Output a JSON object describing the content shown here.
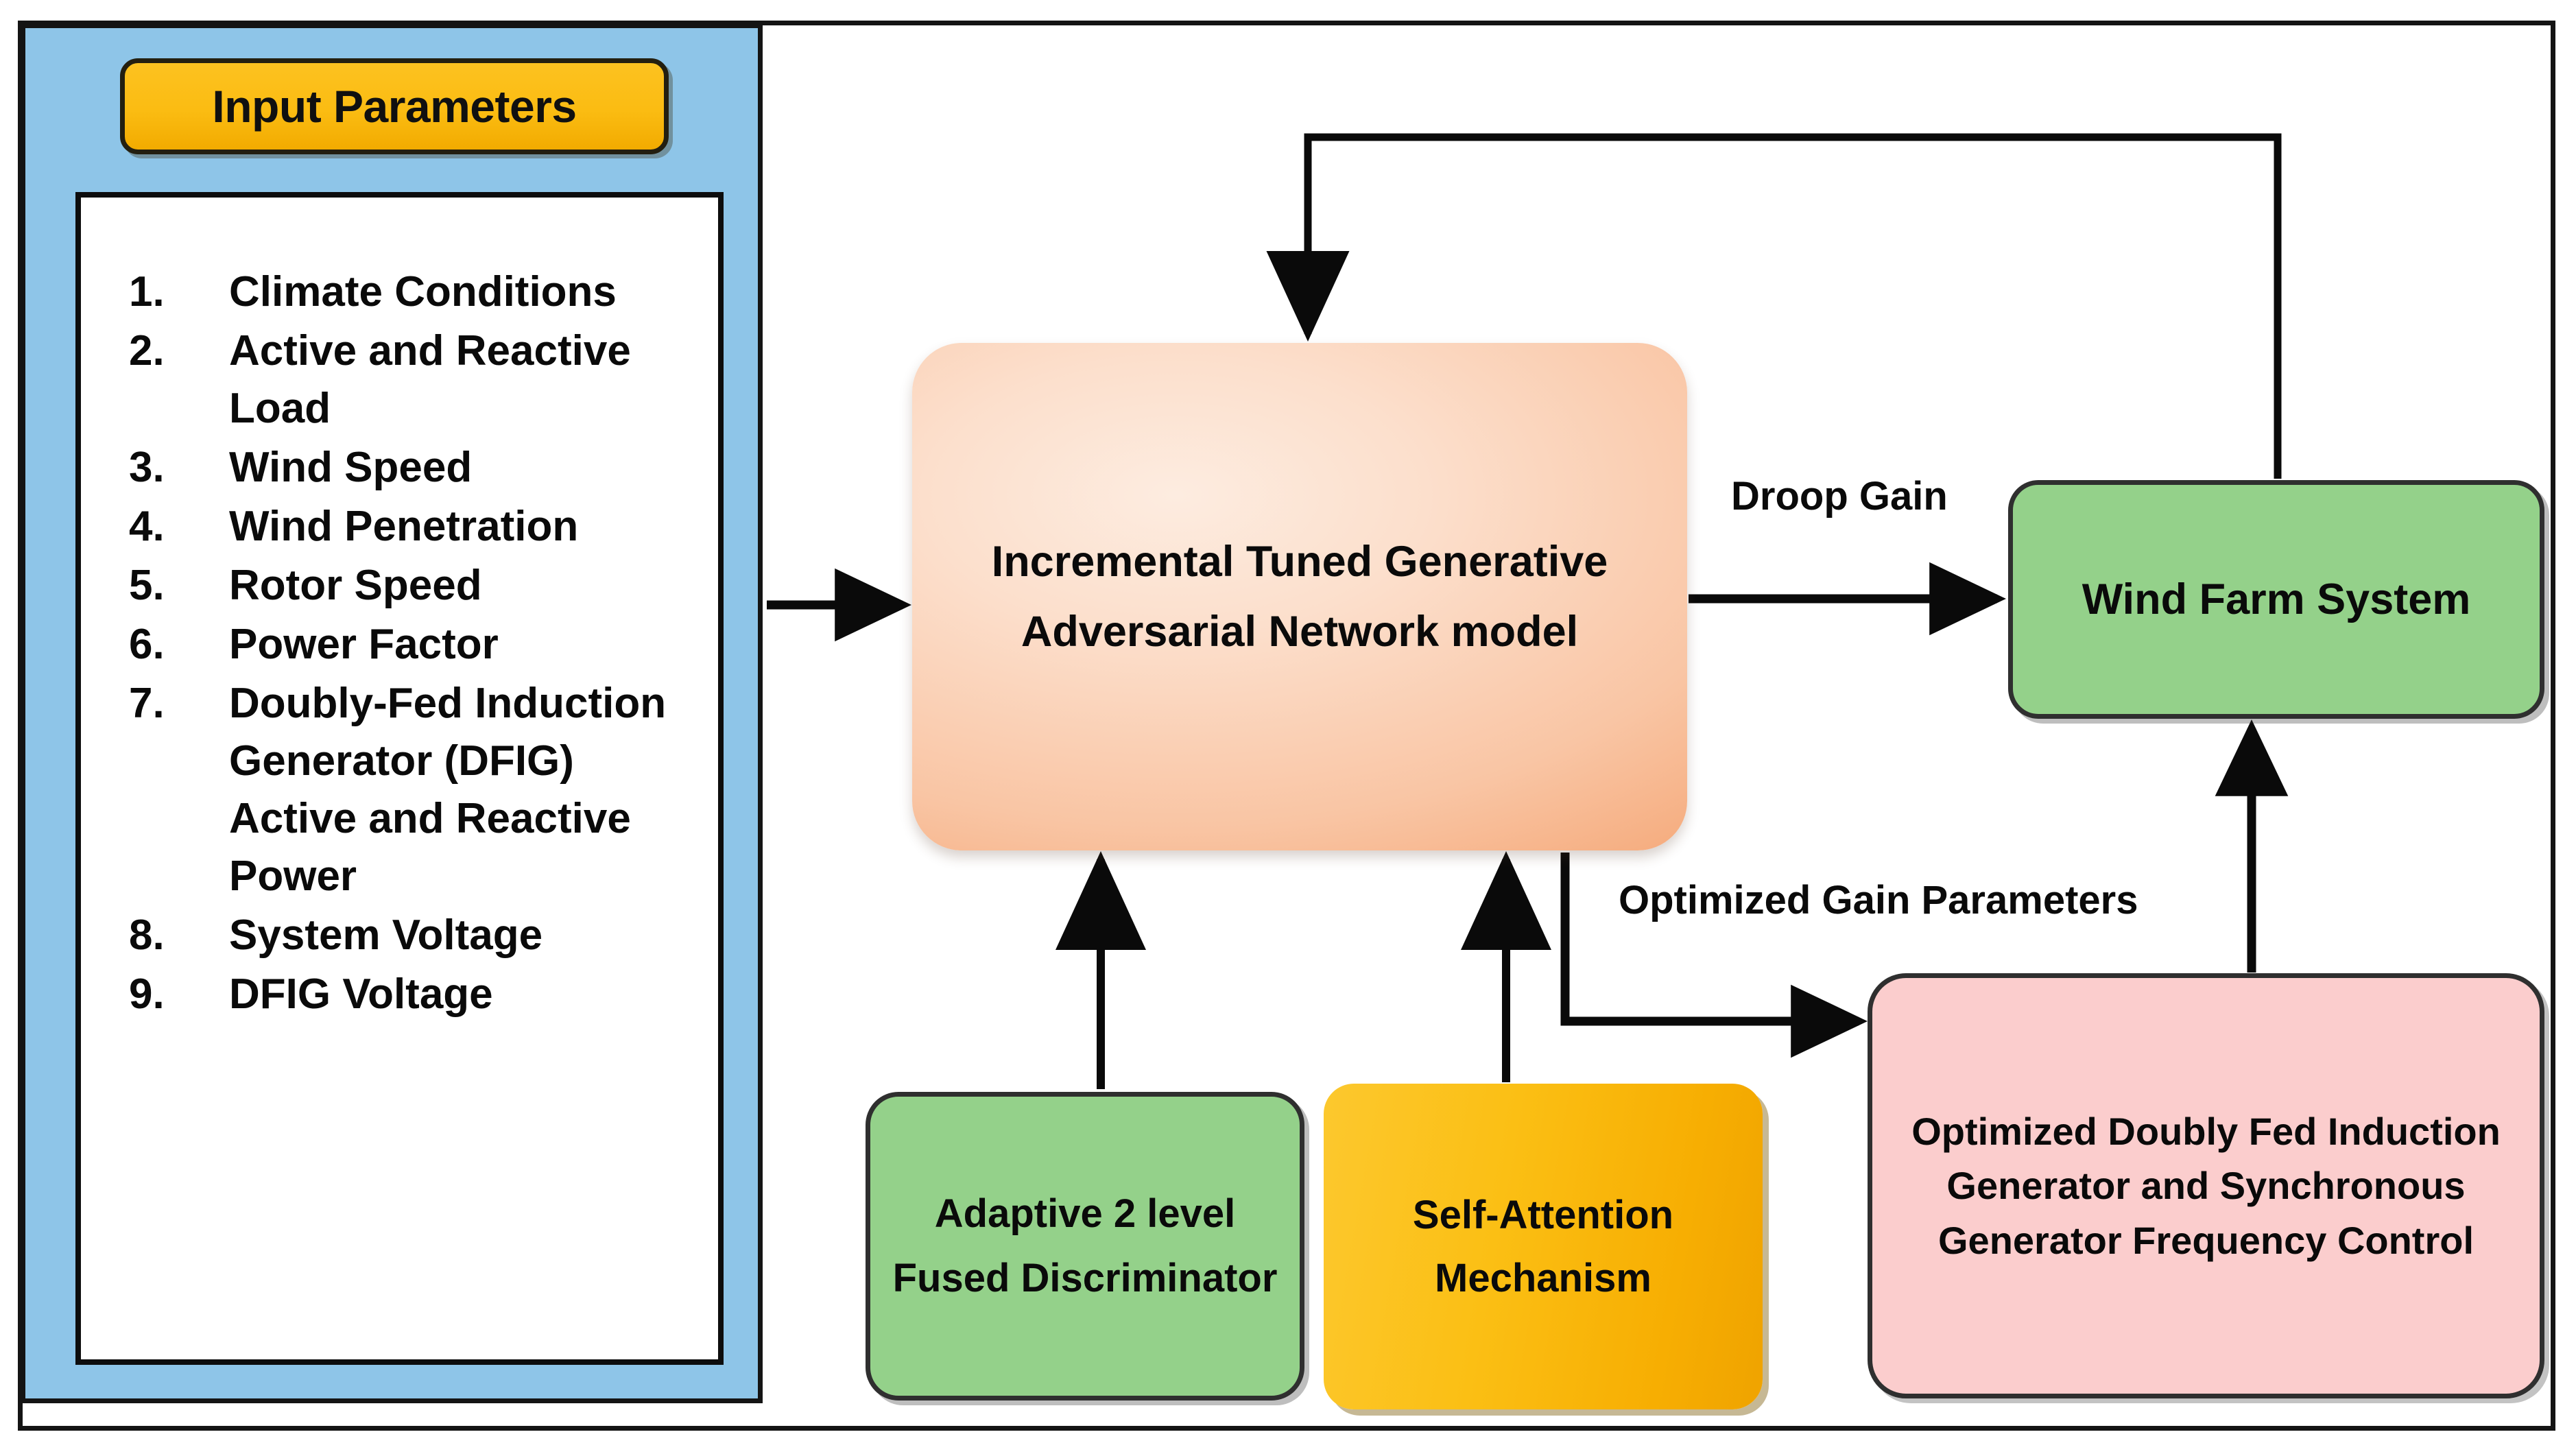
{
  "diagram": {
    "title": "Incremental Tuned GAN wind farm frequency control block diagram",
    "colors": {
      "panel_blue": "#8EC5E8",
      "header_yellow": "#FBBC12",
      "core_orange": "#F9C5A4",
      "node_green": "#94D18A",
      "node_pink": "#FBCDCD",
      "node_yellow": "#FBBF14",
      "outline_black": "#141414"
    }
  },
  "input_panel": {
    "header": "Input Parameters",
    "items": [
      "Climate Conditions",
      "Active and Reactive Load",
      "Wind Speed",
      "Wind Penetration",
      "Rotor Speed",
      "Power Factor",
      "Doubly-Fed Induction Generator (DFIG) Active and Reactive Power",
      "System Voltage",
      "DFIG Voltage"
    ]
  },
  "nodes": {
    "gan": "Incremental Tuned Generative Adversarial Network model",
    "wind_farm": "Wind Farm System",
    "optimized_control": "Optimized Doubly Fed Induction Generator and Synchronous Generator Frequency Control",
    "discriminator": "Adaptive 2 level Fused Discriminator",
    "attention": "Self-Attention Mechanism"
  },
  "edge_labels": {
    "droop_gain": "Droop Gain",
    "optimized_gain_parameters": "Optimized Gain Parameters"
  },
  "edges": [
    {
      "name": "input-to-gan",
      "from": "input_panel",
      "to": "gan",
      "label": ""
    },
    {
      "name": "gan-to-windfarm",
      "from": "gan",
      "to": "wind_farm",
      "label": "Droop Gain"
    },
    {
      "name": "gan-to-optimized",
      "from": "gan",
      "to": "optimized_control",
      "label": "Optimized Gain Parameters"
    },
    {
      "name": "optimized-to-windfarm",
      "from": "optimized_control",
      "to": "wind_farm",
      "label": ""
    },
    {
      "name": "windfarm-feedback-to-gan",
      "from": "wind_farm",
      "to": "gan",
      "label": ""
    },
    {
      "name": "discriminator-to-gan",
      "from": "discriminator",
      "to": "gan",
      "label": ""
    },
    {
      "name": "attention-to-gan",
      "from": "attention",
      "to": "gan",
      "label": ""
    }
  ]
}
